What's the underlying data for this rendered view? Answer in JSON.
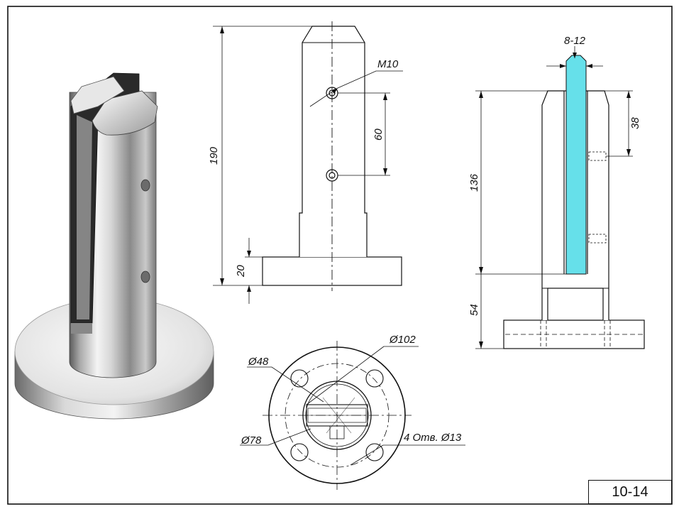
{
  "drawing": {
    "code": "10-14",
    "dimensions": {
      "thread": "M10",
      "total_height": "190",
      "hole_spacing": "60",
      "base_thickness": "20",
      "glass_thickness": "8-12",
      "top_to_hole": "38",
      "slot_depth": "136",
      "base_to_slot": "54",
      "flange_diameter": "Ø102",
      "post_diameter": "Ø48",
      "bolt_circle": "Ø78",
      "mount_holes": "4 Отв. Ø13"
    },
    "colors": {
      "glass": "#66e0ea",
      "steel_light": "#f2f2f2",
      "steel_dark": "#6b6b6b",
      "gasket": "#2a2a2a"
    }
  }
}
